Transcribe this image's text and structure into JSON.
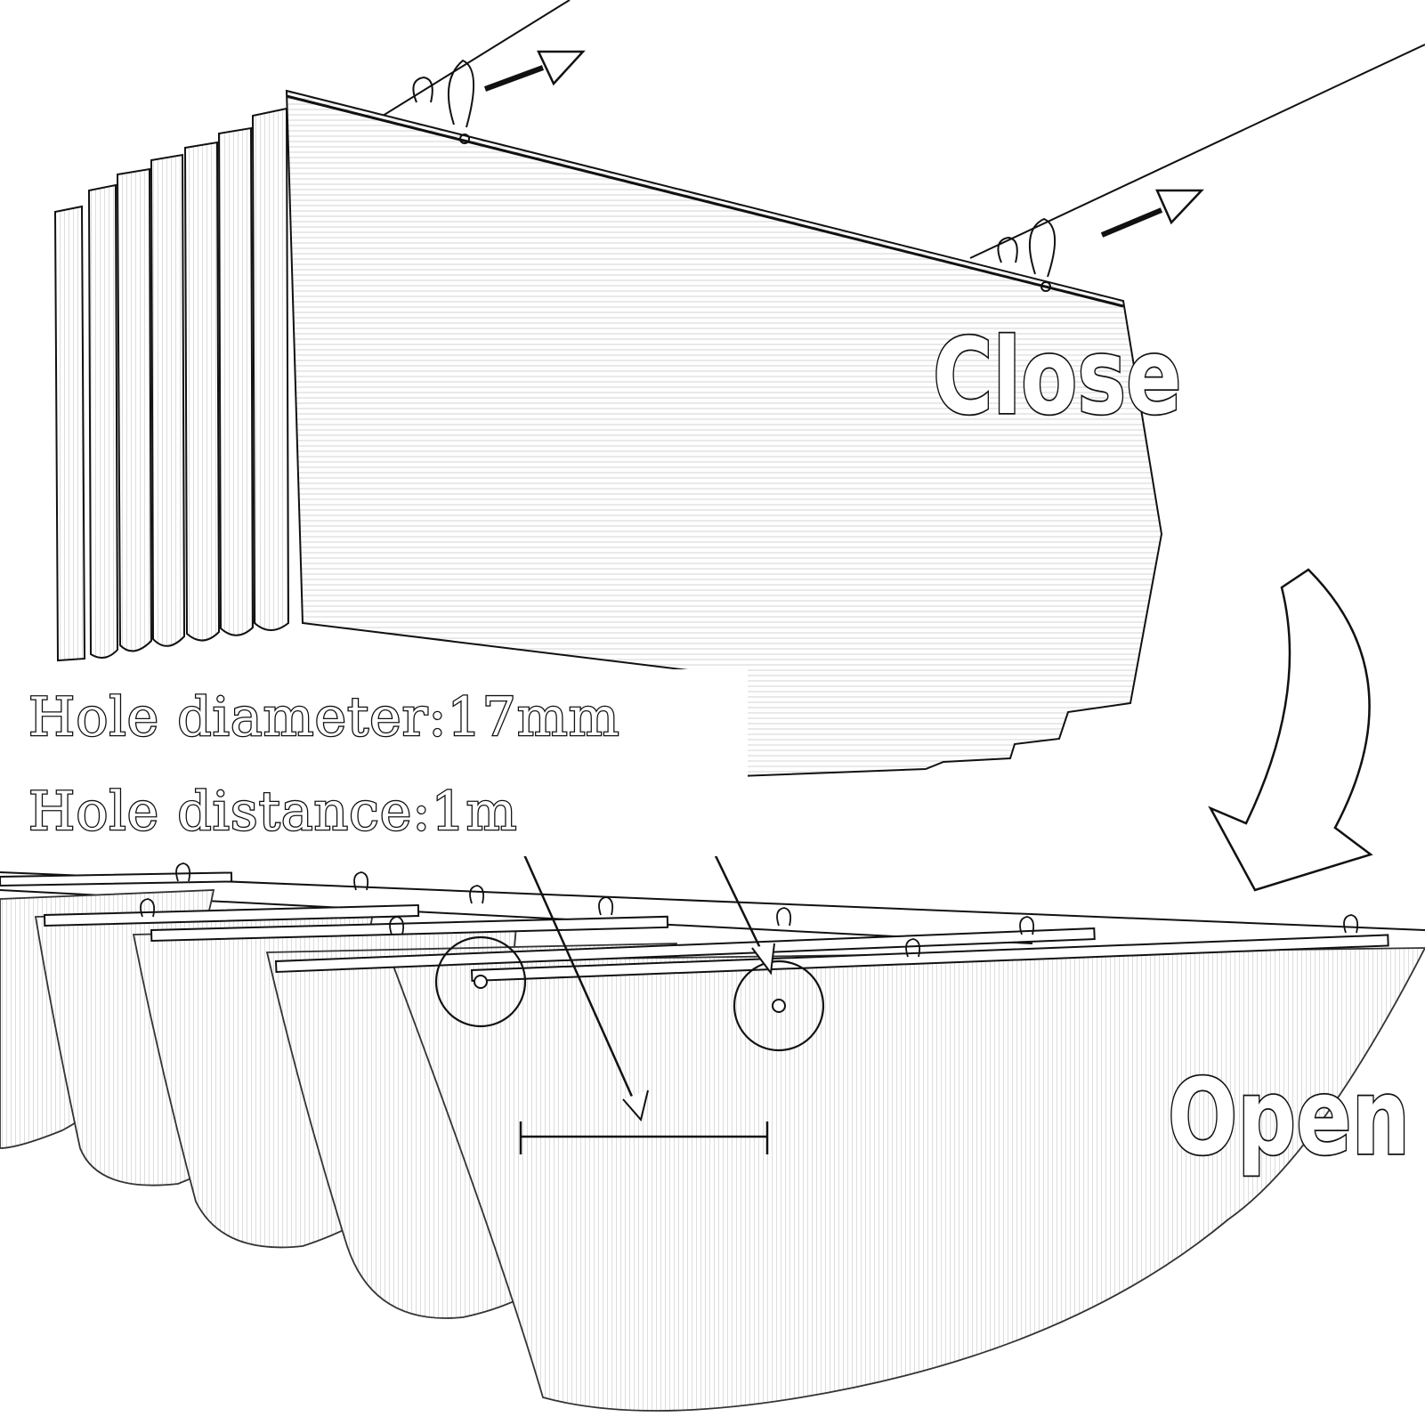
{
  "labels": {
    "close": "Close",
    "open": "Open"
  },
  "specs": {
    "hole_diameter": "Hole diameter:17mm",
    "hole_distance": "Hole distance:1m"
  },
  "colors": {
    "line": "#111111",
    "fabric_line": "#555555",
    "background": "#ffffff"
  }
}
